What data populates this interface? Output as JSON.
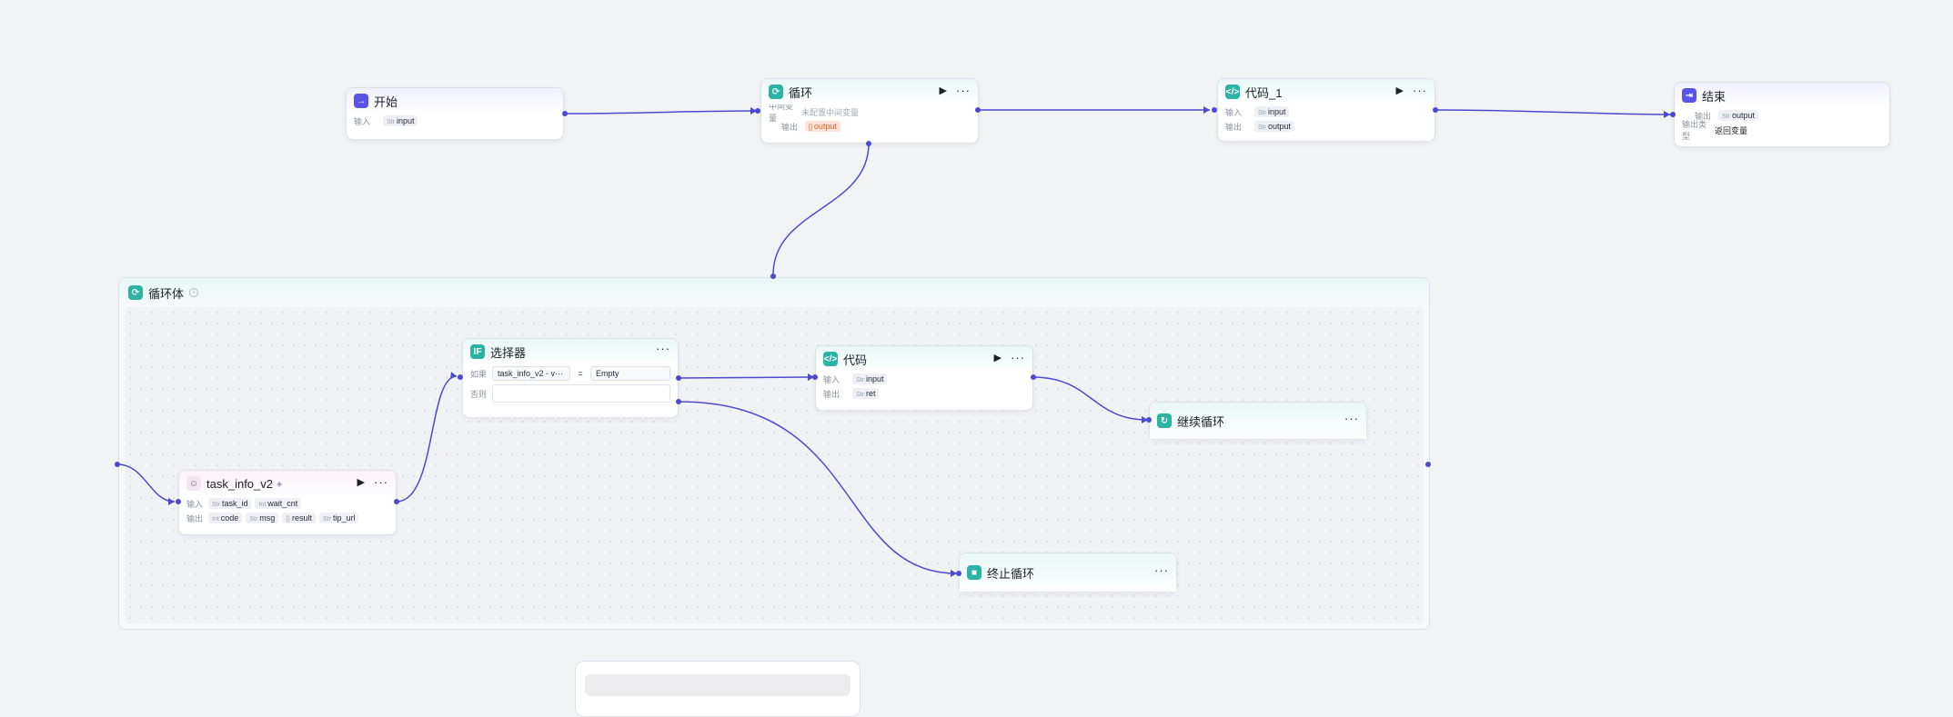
{
  "start": {
    "title": "开始",
    "input_label": "输入",
    "param_type": "Str",
    "param": "input"
  },
  "loop": {
    "title": "循环",
    "mid_label": "中间变量",
    "mid_value": "未配置中间变量",
    "output_label": "输出",
    "output_type": "[]",
    "output": "output"
  },
  "code1": {
    "title": "代码_1",
    "input_label": "输入",
    "input_type": "Str",
    "input": "input",
    "output_label": "输出",
    "output_type": "Str",
    "output": "output"
  },
  "end": {
    "title": "结束",
    "output_label": "输出",
    "output_type": "Str",
    "output": "output",
    "type_label": "输出类型",
    "type_value": "返回变量"
  },
  "loop_body": {
    "title": "循环体",
    "info": "i"
  },
  "selector": {
    "title": "选择器",
    "if_label": "如果",
    "var": "task_info_v2 - v···",
    "op": "=",
    "value": "Empty",
    "else_label": "否则"
  },
  "code": {
    "title": "代码",
    "input_label": "输入",
    "input_type": "Str",
    "input": "input",
    "output_label": "输出",
    "output_type": "Str",
    "output": "ret"
  },
  "continue": {
    "title": "继续循环"
  },
  "plugin": {
    "title": "task_info_v2",
    "input_label": "输入",
    "inputs": [
      {
        "type": "Str",
        "name": "task_id"
      },
      {
        "type": "Int",
        "name": "wait_cnt"
      }
    ],
    "output_label": "输出",
    "outputs": [
      {
        "type": "Int",
        "name": "code"
      },
      {
        "type": "Str",
        "name": "msg"
      },
      {
        "type": "{}",
        "name": "result"
      },
      {
        "type": "Str",
        "name": "tip_url"
      }
    ]
  },
  "break": {
    "title": "终止循环"
  },
  "icons": {
    "start": "enter-icon",
    "loop": "loop-icon",
    "code": "code-icon",
    "end": "exit-icon",
    "selector": "if-icon",
    "continue": "continue-icon",
    "break": "stop-icon",
    "plugin": "avatar-icon"
  },
  "colors": {
    "accent": "#5a53e8",
    "wire": "#4d4ad1",
    "teal": "#2db3a4",
    "orange": "#e0622a"
  }
}
